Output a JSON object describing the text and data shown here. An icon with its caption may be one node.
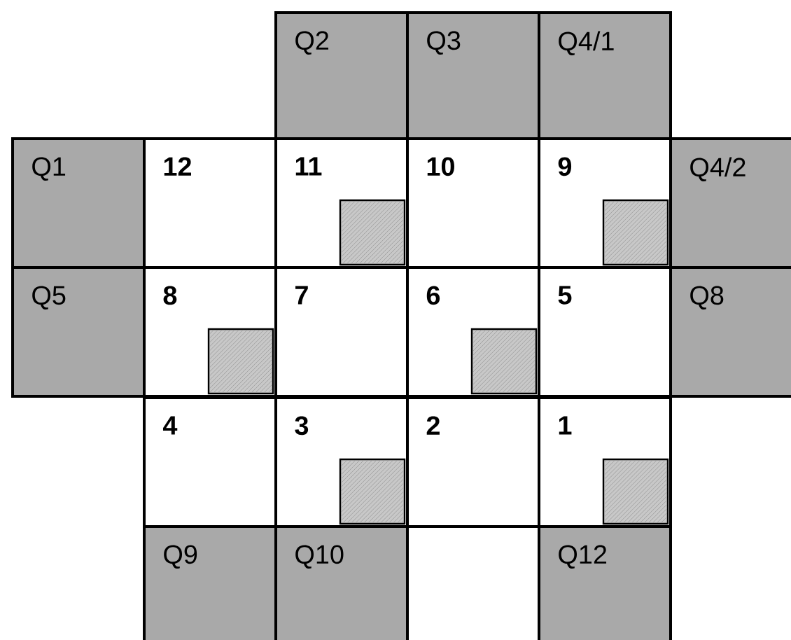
{
  "diagram": {
    "nodes": [
      {
        "text": [
          "Q2"
        ]
      },
      {
        "text": [
          "Q3"
        ]
      },
      {
        "text": [
          "Q4/1"
        ]
      },
      {
        "text": [
          "Q1"
        ]
      },
      {
        "text": [
          "12"
        ]
      },
      {
        "text": [
          "11"
        ]
      },
      {
        "text": [
          "10"
        ]
      },
      {
        "text": [
          "9"
        ]
      },
      {
        "text": [
          "Q4/2"
        ]
      },
      {
        "text": [
          "Q5"
        ]
      },
      {
        "text": [
          "8"
        ]
      },
      {
        "text": [
          "7"
        ]
      },
      {
        "text": [
          "6"
        ]
      },
      {
        "text": [
          "5"
        ]
      },
      {
        "text": [
          "Q8"
        ]
      },
      {
        "text": [
          "4"
        ]
      },
      {
        "text": [
          "3"
        ]
      },
      {
        "text": [
          "2"
        ]
      },
      {
        "text": [
          "1"
        ]
      },
      {
        "text": [
          "Q9"
        ]
      },
      {
        "text": [
          "Q10"
        ]
      },
      {
        "text": [
          "Q12"
        ]
      },
      {
        "text": [],
        "shape": "box",
        "in": 5
      },
      {
        "text": [],
        "shape": "box",
        "in": 7
      },
      {
        "text": [],
        "shape": "box",
        "in": 10
      },
      {
        "text": [],
        "shape": "box",
        "in": 12
      },
      {
        "text": [],
        "shape": "box",
        "in": 16
      },
      {
        "text": [],
        "shape": "box",
        "in": 18
      }
    ]
  }
}
